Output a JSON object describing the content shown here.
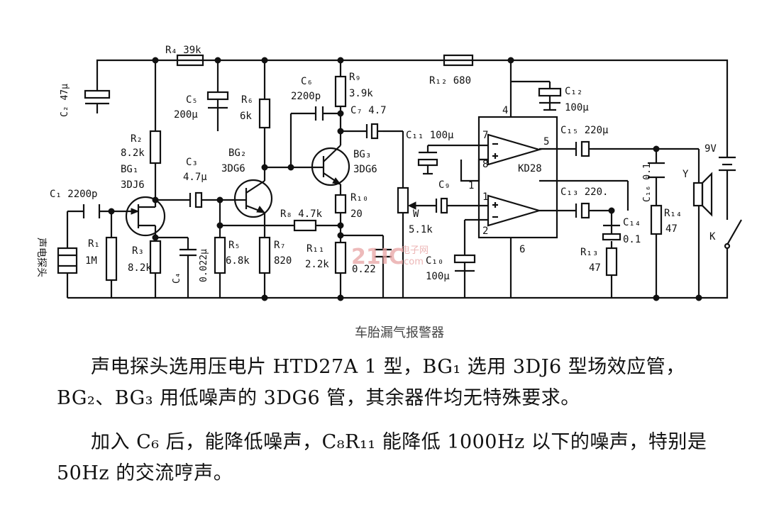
{
  "caption": "车胎漏气报警器",
  "watermark": {
    "logo": "21IC",
    "text": "电子网",
    "url": ".com"
  },
  "labels": {
    "R4": "R₄ 39k",
    "R2": "R₂",
    "R2v": "8.2k",
    "R1": "R₁",
    "R1v": "1M",
    "R3": "R₃",
    "R3v": "8.2k",
    "R5": "R₅",
    "R5v": "6.8k",
    "R6": "R₆",
    "R6v": "6k",
    "R7": "R₇",
    "R7v": "820",
    "R8": "R₈ 4.7k",
    "R9": "R₉",
    "R9v": "3.9k",
    "R10": "R₁₀",
    "R10v": "20",
    "R11": "R₁₁",
    "R11v": "2.2k",
    "R12": "R₁₂ 680",
    "R13": "R₁₃",
    "R13v": "47",
    "R14": "R₁₄",
    "R14v": "47",
    "C1": "C₁ 2200p",
    "C2": "C₂ 47μ",
    "C3": "C₃",
    "C3v": "4.7μ",
    "C4": "C₄",
    "C4v": "0.022μ",
    "C5": "C₅",
    "C5v": "200μ",
    "C6": "C₆",
    "C6v": "2200p",
    "C7": "C₇ 4.7",
    "C8v": "0.22",
    "C9": "C₉",
    "C10": "C₁₀",
    "C10v": "100μ",
    "C11": "C₁₁ 100μ",
    "C12": "C₁₂",
    "C12v": "100μ",
    "C13": "C₁₃ 220.",
    "C14": "C₁₄",
    "C14v": "0.1",
    "C15": "C₁₅ 220μ",
    "C16": "C₁₆ 0.1",
    "BG1": "BG₁",
    "BG1v": "3DJ6",
    "BG2": "BG₂",
    "BG2v": "3DG6",
    "BG3": "BG₃",
    "BG3v": "3DG6",
    "W": "W",
    "Wv": "5.1k",
    "IC": "KD28",
    "pin4": "4",
    "pin5": "5",
    "pin7": "7",
    "pin8": "8",
    "pin1a": "1",
    "pin1b": "1",
    "pin2": "2",
    "pin6": "6",
    "V9": "9V",
    "Y": "Y",
    "K": "K",
    "probe": "声电探头"
  },
  "para1": "声电探头选用压电片 HTD27A 1 型，BG₁ 选用 3DJ6 型场效应管，BG₂、BG₃ 用低噪声的 3DG6 管，其余器件均无特殊要求。",
  "para2": "加入 C₆ 后，能降低噪声，C₈R₁₁ 能降低 1000Hz 以下的噪声，特别是 50Hz 的交流哼声。"
}
